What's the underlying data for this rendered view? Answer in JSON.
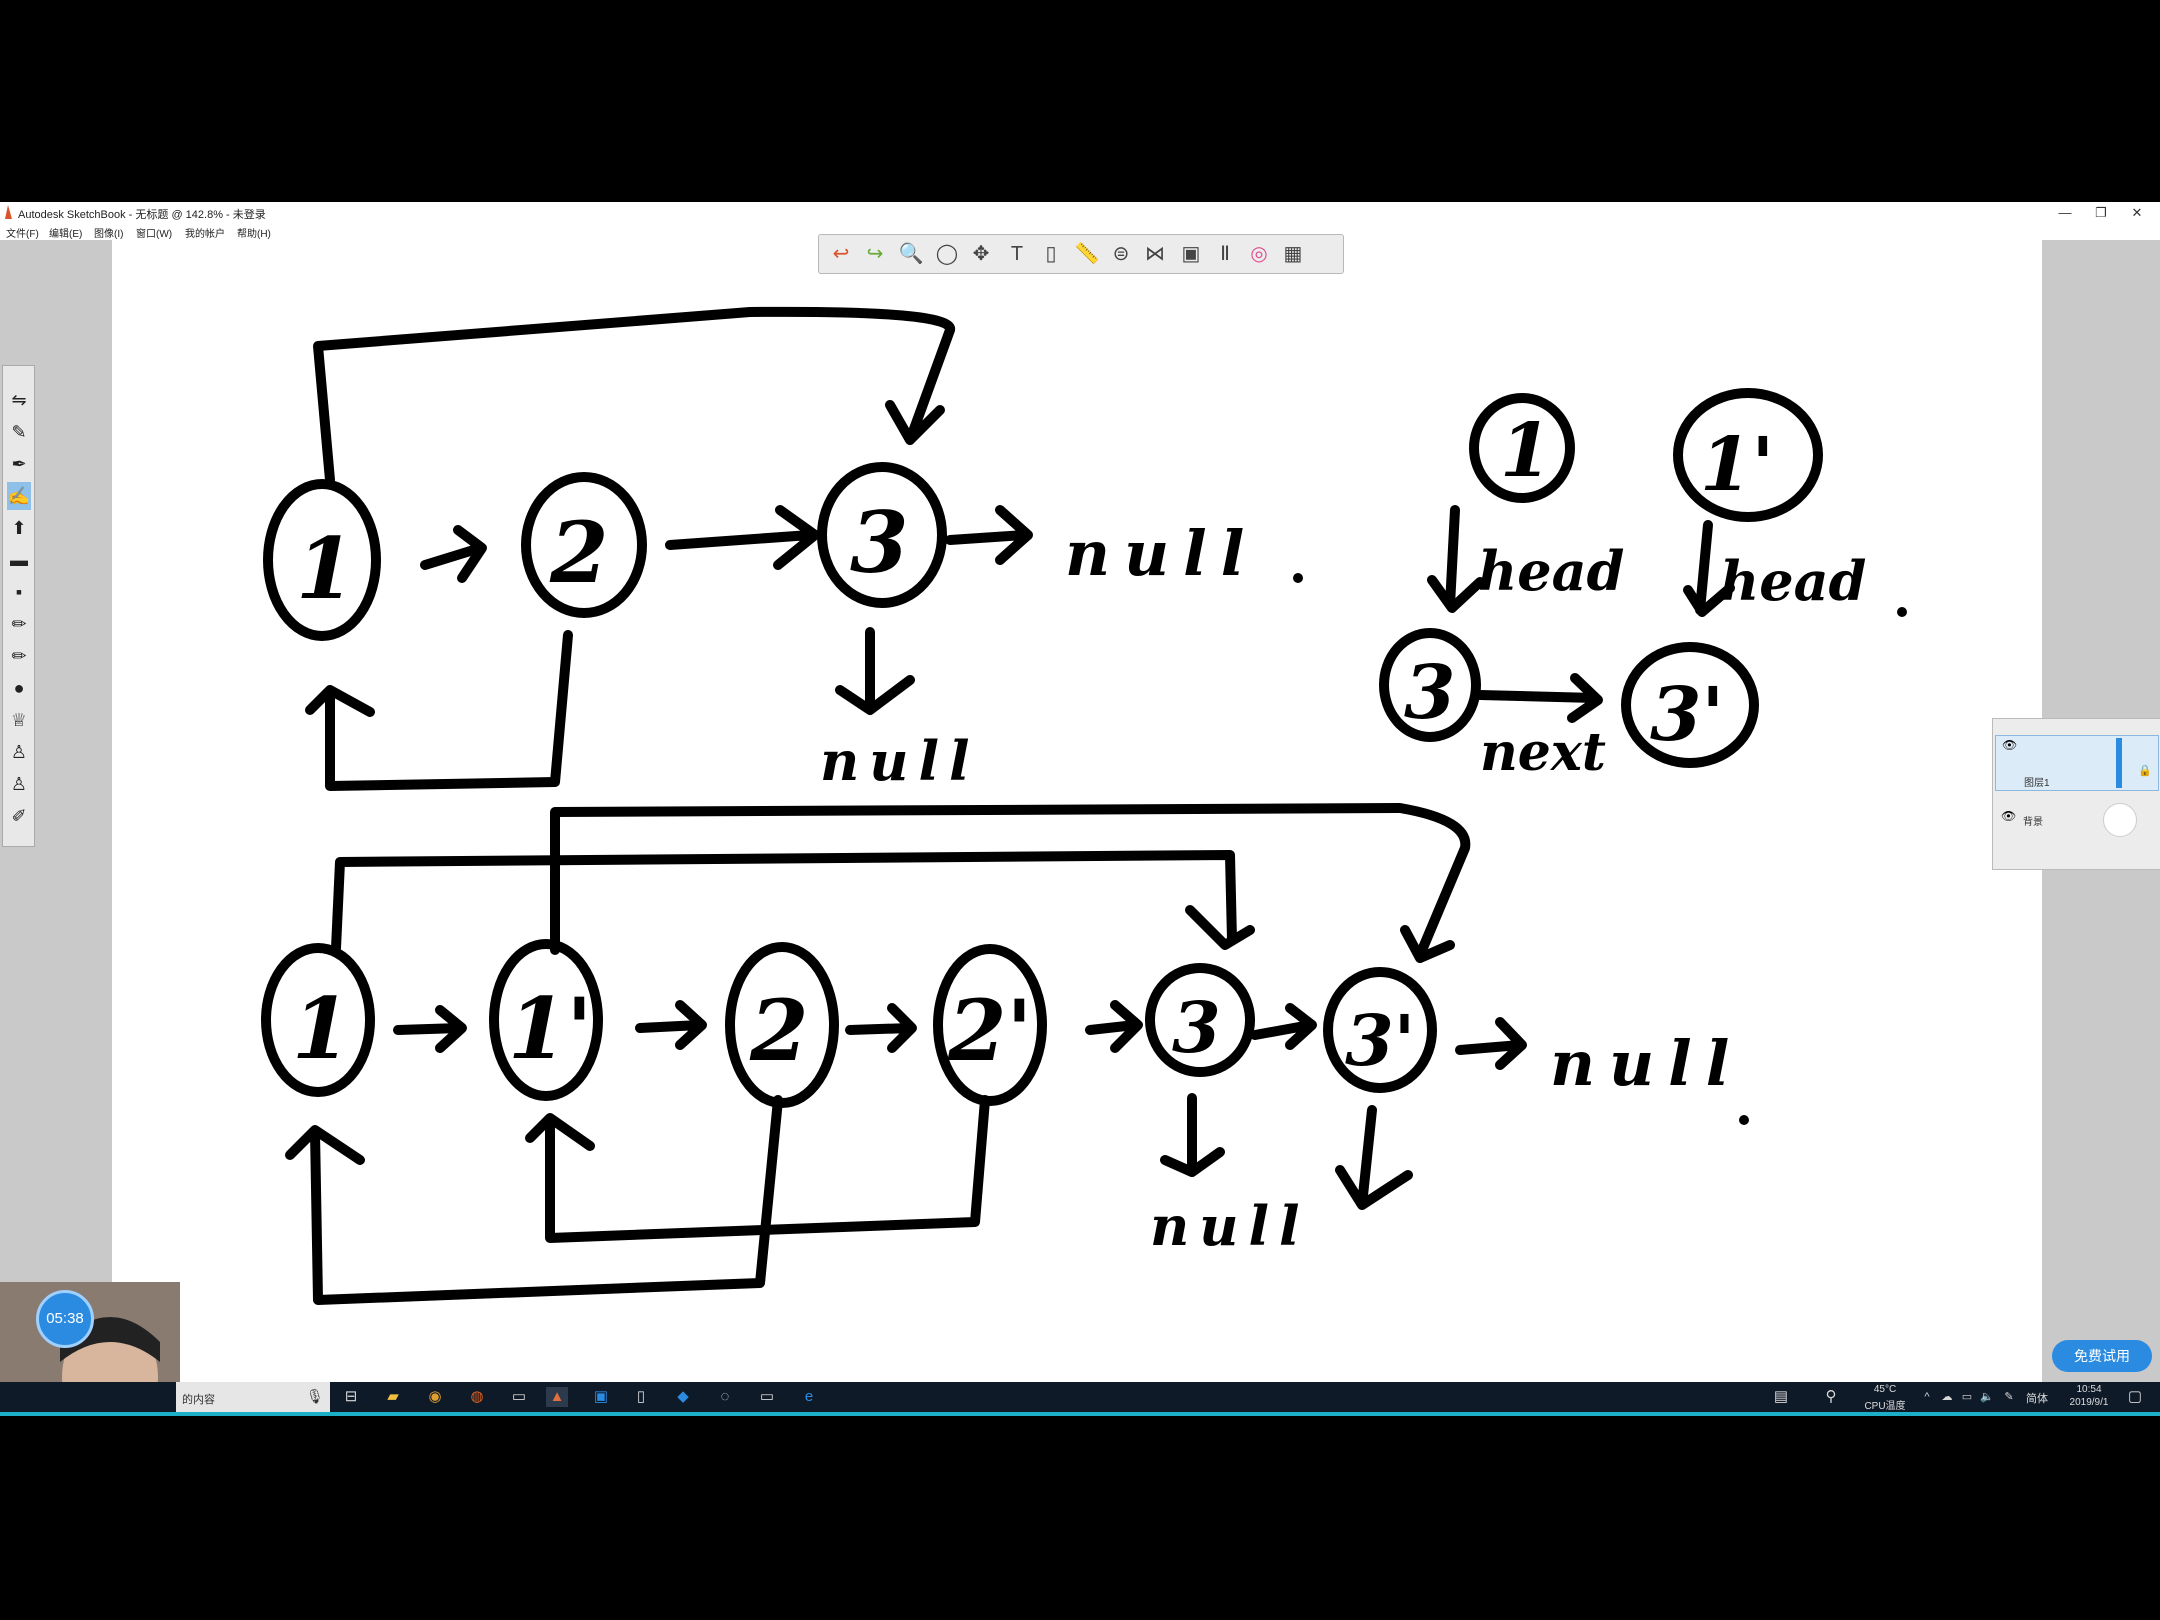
{
  "window": {
    "title": "Autodesk SketchBook - 无标题 @ 142.8% - 未登录",
    "controls": [
      "—",
      "❐",
      "✕"
    ]
  },
  "menu": {
    "items": [
      "文件(F)",
      "编辑(E)",
      "图像(I)",
      "窗口(W)",
      "我的帐户",
      "帮助(H)"
    ]
  },
  "toolbar": {
    "icons": [
      "undo-icon",
      "redo-icon",
      "zoom-icon",
      "lasso-icon",
      "move-icon",
      "text-icon",
      "bucket-icon",
      "ruler-icon",
      "ellipse-icon",
      "symmetry-icon",
      "stamp-icon",
      "brush-library-icon",
      "color-wheel-icon",
      "copic-icon"
    ],
    "glyphs": [
      "↩",
      "↪",
      "🔍",
      "◯",
      "✥",
      "T",
      "▯",
      "📏",
      "⊜",
      "⋈",
      "▣",
      "Ⅱ",
      "◎",
      "▦"
    ]
  },
  "left_tools": {
    "glyphs": [
      "⇋",
      "✎",
      "✒",
      "✍",
      "⬆",
      "▬",
      "▪",
      "✏",
      "✏",
      "●",
      "♕",
      "♙",
      "♙",
      "✐"
    ]
  },
  "layers": {
    "layer1": "图层1",
    "background": "背景"
  },
  "overlay": {
    "timer": "05:38",
    "trial_button": "免费试用"
  },
  "taskbar": {
    "search_text": "的内容",
    "cpu_temp": "45°C",
    "cpu_label": "CPU温度",
    "ime": "简体",
    "time": "10:54",
    "date": "2019/9/1"
  },
  "drawing": {
    "top_chain": [
      "1",
      "2",
      "3",
      "null",
      "null"
    ],
    "top_right": [
      "1",
      "1'",
      "head",
      "head",
      "3",
      "3'",
      "next"
    ],
    "bottom_chain": [
      "1",
      "1'",
      "2",
      "2'",
      "3",
      "3'",
      "null",
      "null"
    ]
  },
  "colors": {
    "ink": "#000000",
    "canvas": "#ffffff",
    "accent": "#2a8be0",
    "taskbar": "#0f1a28"
  }
}
